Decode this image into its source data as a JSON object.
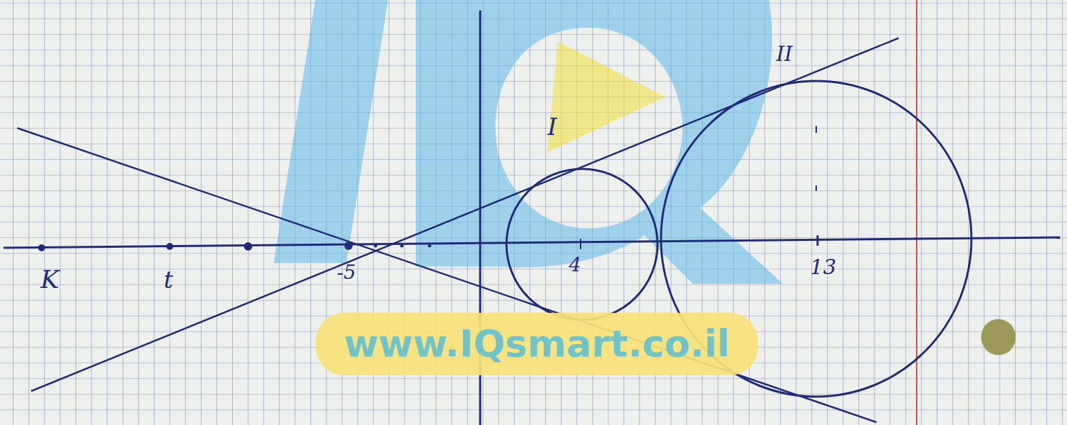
{
  "diagram": {
    "labels": [
      "K",
      "t",
      "-5",
      "4",
      "13",
      "I",
      "II",
      "www.IQsmart.co.il"
    ]
  }
}
